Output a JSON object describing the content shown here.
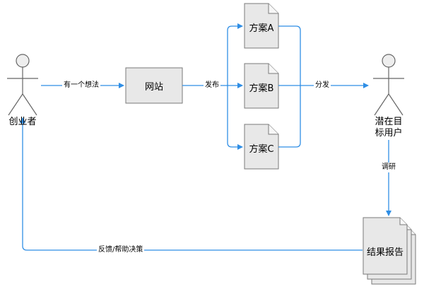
{
  "actors": {
    "founder": {
      "name": "创业者"
    },
    "target": {
      "line1": "潜在目",
      "line2": "标用户"
    }
  },
  "boxes": {
    "website": "网站",
    "plan_a": "方案A",
    "plan_b": "方案B",
    "plan_c": "方案C",
    "report": "结果报告"
  },
  "edges": {
    "idea": "有一个想法",
    "publish": "发布",
    "distribute": "分发",
    "research": "调研",
    "feedback": "反馈/帮助决策"
  },
  "colors": {
    "arrow": "#2f8ee5",
    "box_fill": "#e8e8e8",
    "box_stroke": "#7a7a7a",
    "actor_stroke": "#666666",
    "actor_head": "#eeeeee"
  }
}
